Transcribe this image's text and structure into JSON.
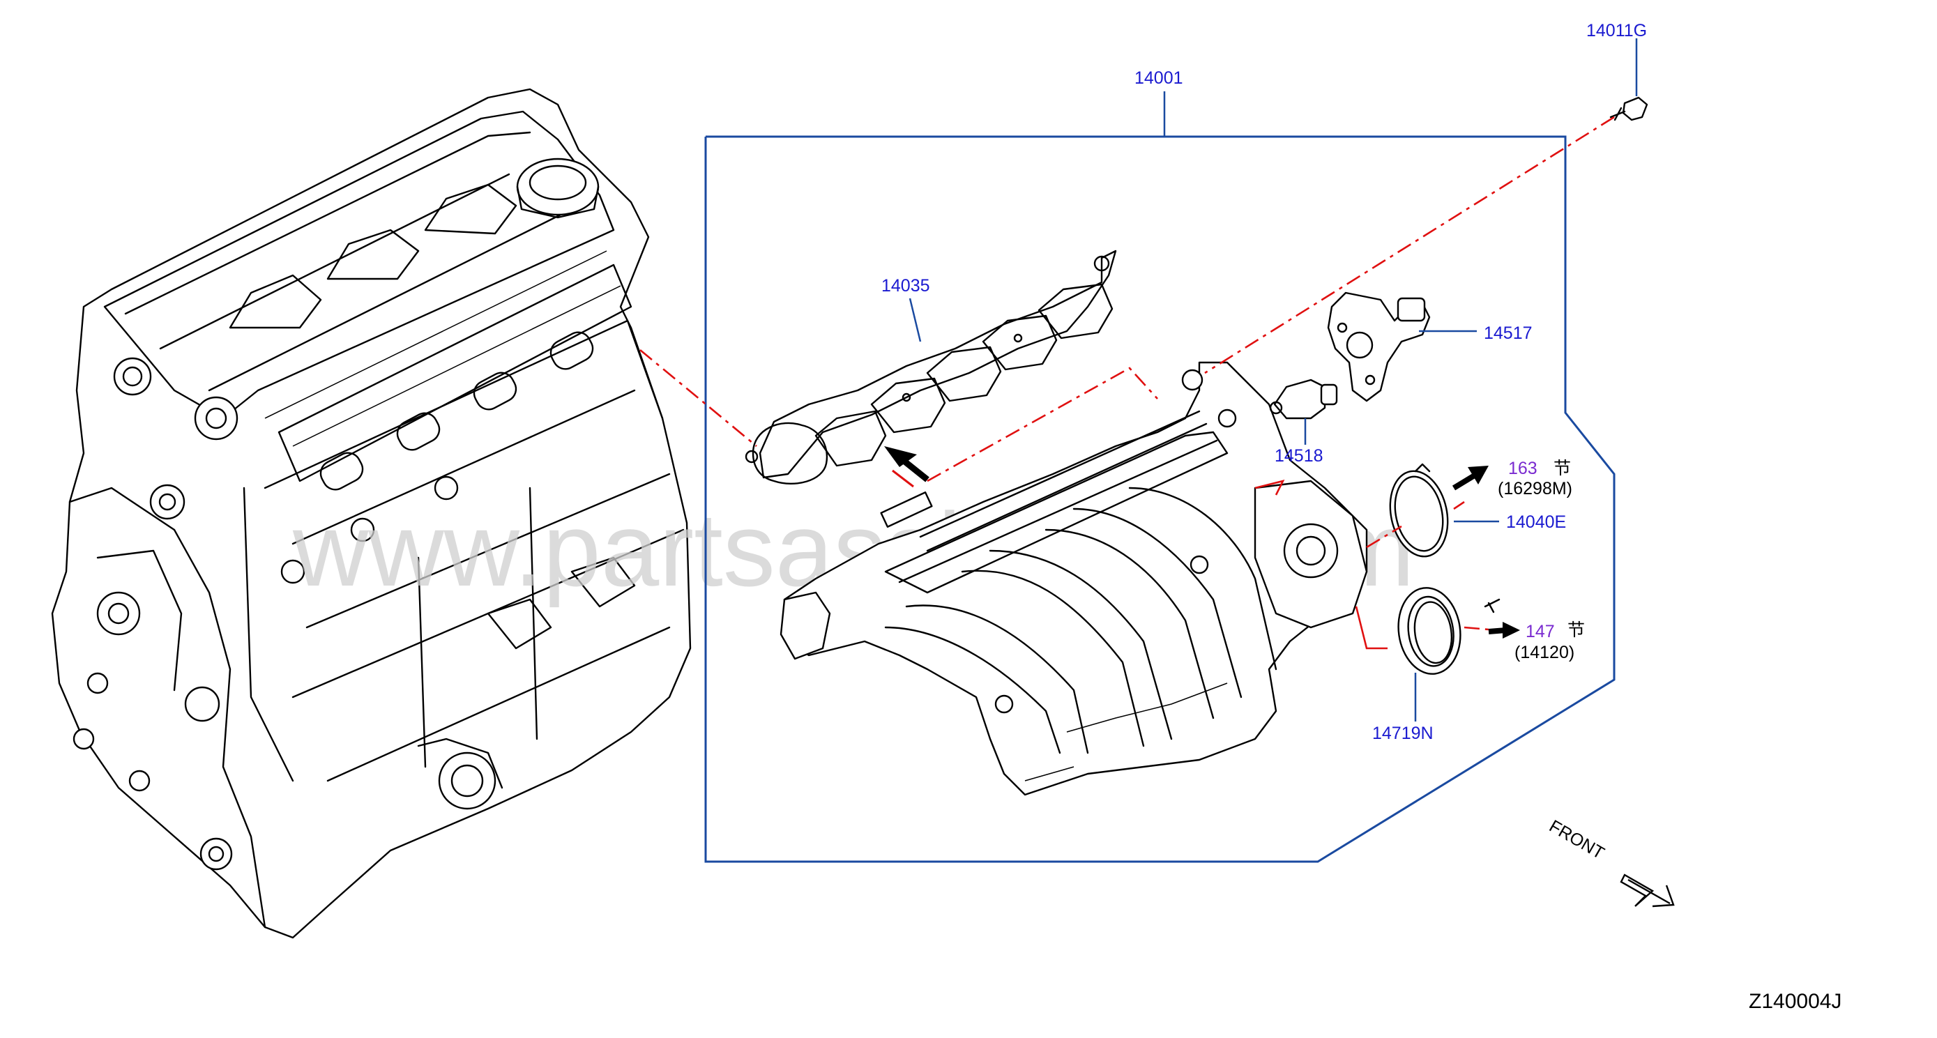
{
  "diagram": {
    "code": "Z140004J",
    "watermark": "www.partsassistant.com",
    "front_label": "FRONT",
    "callouts": [
      {
        "id": "14011G"
      },
      {
        "id": "14001"
      },
      {
        "id": "14035"
      },
      {
        "id": "14517"
      },
      {
        "id": "14518"
      },
      {
        "id": "14040E"
      },
      {
        "id": "14719N"
      }
    ],
    "section_refs": [
      {
        "section": "163",
        "glyph": "节",
        "part": "(16298M)"
      },
      {
        "section": "147",
        "glyph": "节",
        "part": "(14120)"
      }
    ]
  },
  "colors": {
    "callout_text": "#1a1ad0",
    "section_text": "#7a2bd0",
    "leader_line": "#1a4aa0",
    "dash_line": "#e01010",
    "drawing": "#000000"
  }
}
